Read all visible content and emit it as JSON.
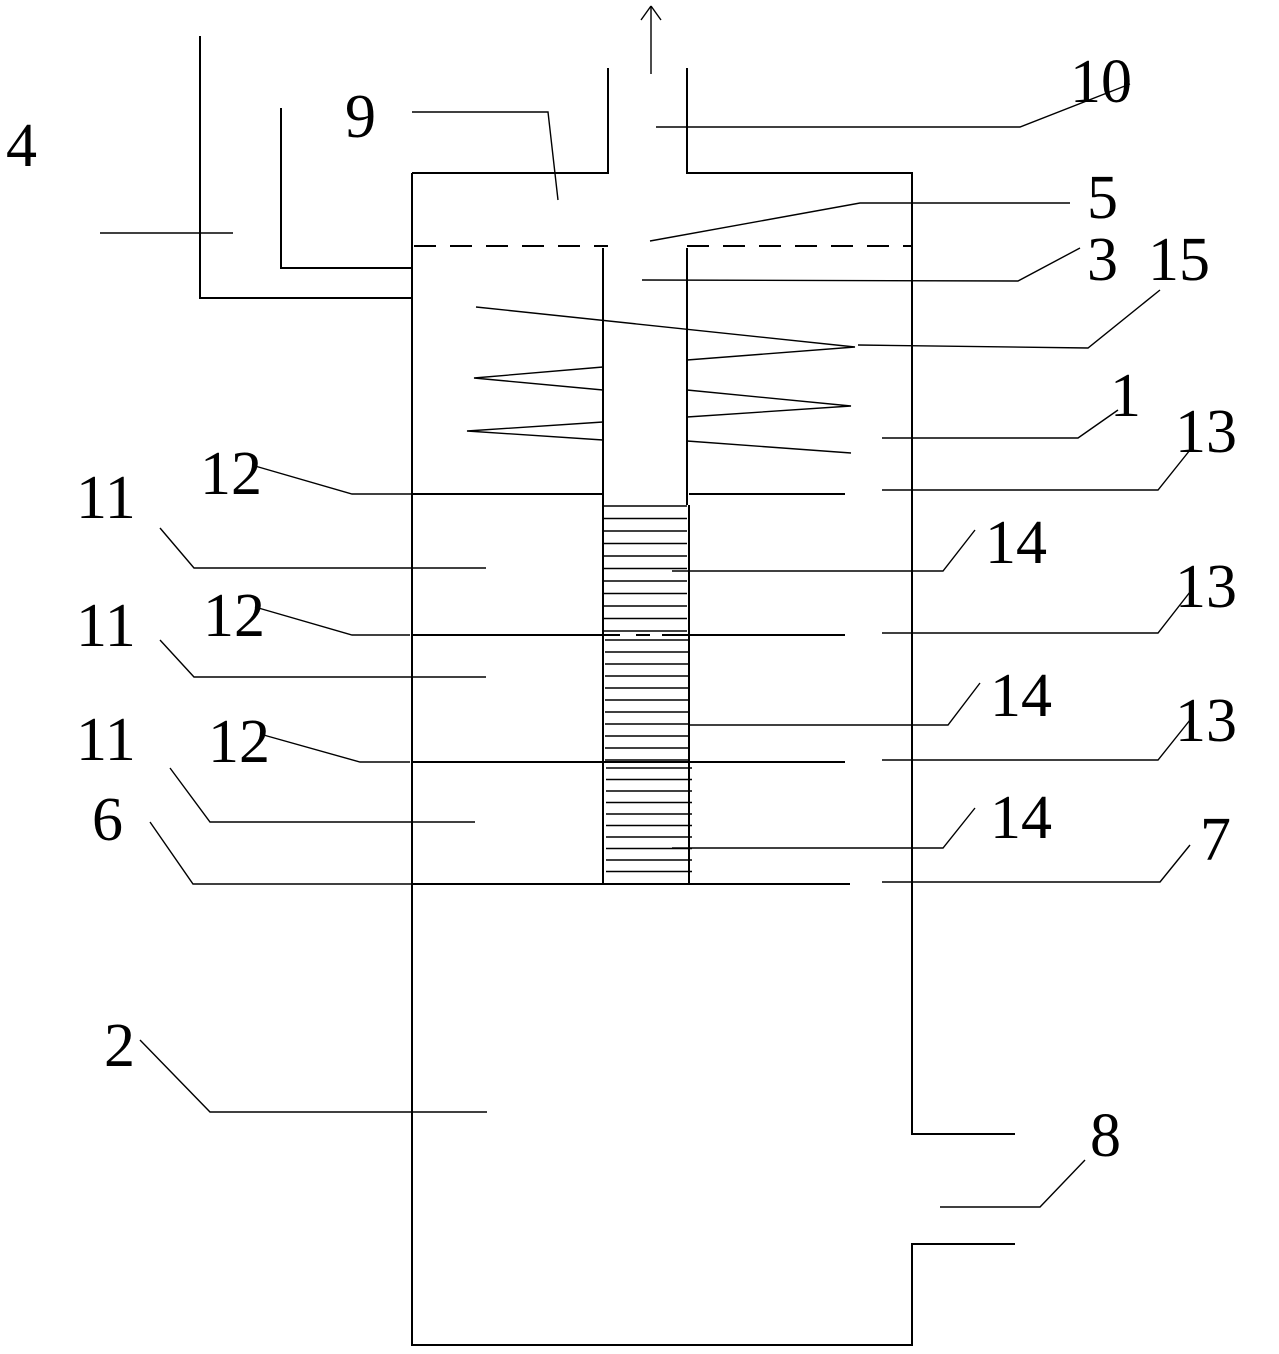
{
  "labels": {
    "l1": "1",
    "l2": "2",
    "l3": "3",
    "l4": "4",
    "l5": "5",
    "l6": "6",
    "l7": "7",
    "l8": "8",
    "l9": "9",
    "l10": "10",
    "l11a": "11",
    "l11b": "11",
    "l11c": "11",
    "l12a": "12",
    "l12b": "12",
    "l12c": "12",
    "l13a": "13",
    "l13b": "13",
    "l13c": "13",
    "l14a": "14",
    "l14b": "14",
    "l14c": "14",
    "l15": "15"
  }
}
